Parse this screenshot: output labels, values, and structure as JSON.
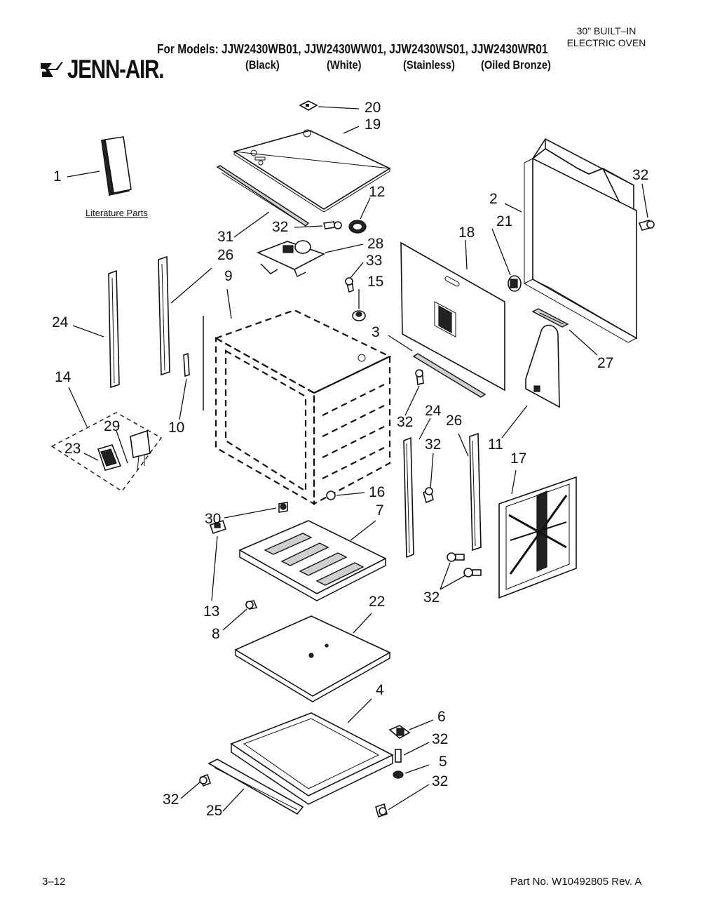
{
  "header": {
    "brand": "JENN-AIR.",
    "models_line": "For Models: JJW2430WB01, JJW2430WW01, JJW2430WS01, JJW2430WR01",
    "finishes": [
      {
        "label": "(Black)"
      },
      {
        "label": "(White)"
      },
      {
        "label": "(Stainless)"
      },
      {
        "label": "(Oiled Bronze)"
      }
    ],
    "product_line1": "30\" BUILT–IN",
    "product_line2": "ELECTRIC OVEN"
  },
  "literature_label": "Literature Parts",
  "callouts": [
    {
      "id": "c20",
      "text": "20"
    },
    {
      "id": "c19",
      "text": "19"
    },
    {
      "id": "c1",
      "text": "1"
    },
    {
      "id": "c12",
      "text": "12"
    },
    {
      "id": "c32a",
      "text": "32"
    },
    {
      "id": "c31",
      "text": "31"
    },
    {
      "id": "c28",
      "text": "28"
    },
    {
      "id": "c26a",
      "text": "26"
    },
    {
      "id": "c33",
      "text": "33"
    },
    {
      "id": "c9",
      "text": "9"
    },
    {
      "id": "c15",
      "text": "15"
    },
    {
      "id": "c24a",
      "text": "24"
    },
    {
      "id": "c2",
      "text": "2"
    },
    {
      "id": "c32b",
      "text": "32"
    },
    {
      "id": "c18",
      "text": "18"
    },
    {
      "id": "c21",
      "text": "21"
    },
    {
      "id": "c3",
      "text": "3"
    },
    {
      "id": "c27",
      "text": "27"
    },
    {
      "id": "c14",
      "text": "14"
    },
    {
      "id": "c10",
      "text": "10"
    },
    {
      "id": "c29",
      "text": "29"
    },
    {
      "id": "c23",
      "text": "23"
    },
    {
      "id": "c32c",
      "text": "32"
    },
    {
      "id": "c24b",
      "text": "24"
    },
    {
      "id": "c26b",
      "text": "26"
    },
    {
      "id": "c32d",
      "text": "32"
    },
    {
      "id": "c11",
      "text": "11"
    },
    {
      "id": "c17",
      "text": "17"
    },
    {
      "id": "c16",
      "text": "16"
    },
    {
      "id": "c30",
      "text": "30"
    },
    {
      "id": "c7",
      "text": "7"
    },
    {
      "id": "c13",
      "text": "13"
    },
    {
      "id": "c32e",
      "text": "32"
    },
    {
      "id": "c8",
      "text": "8"
    },
    {
      "id": "c22",
      "text": "22"
    },
    {
      "id": "c4",
      "text": "4"
    },
    {
      "id": "c6",
      "text": "6"
    },
    {
      "id": "c32f",
      "text": "32"
    },
    {
      "id": "c5",
      "text": "5"
    },
    {
      "id": "c32g",
      "text": "32"
    },
    {
      "id": "c32h",
      "text": "32"
    },
    {
      "id": "c25",
      "text": "25"
    }
  ],
  "footer": {
    "page_number": "3–12",
    "part_number": "Part No. W10492805 Rev. A"
  }
}
